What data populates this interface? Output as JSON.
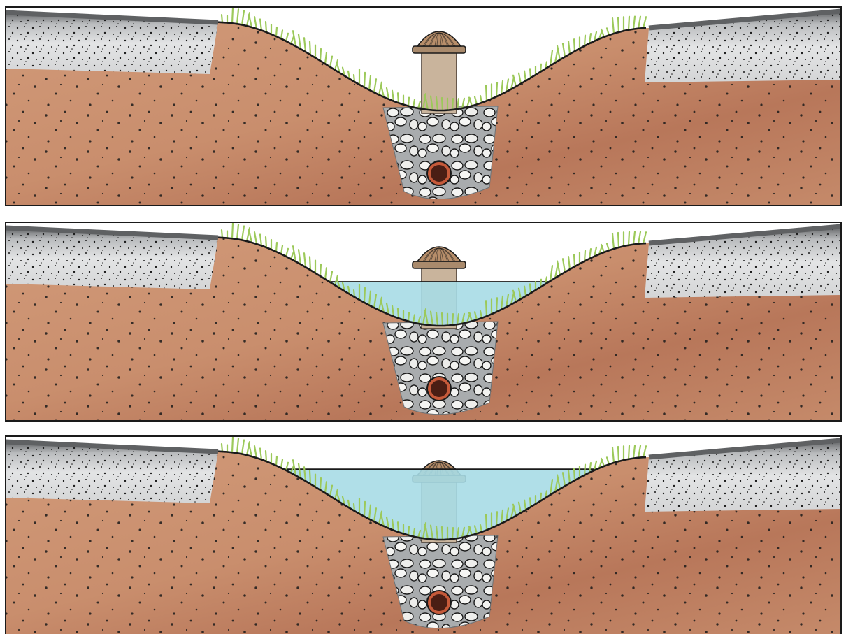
{
  "figure": {
    "caption": "",
    "panels": [
      {
        "id": "dry",
        "water_level": "none"
      },
      {
        "id": "partially-flooded",
        "water_level": "partial"
      },
      {
        "id": "fully-flooded",
        "water_level": "full"
      }
    ]
  },
  "palette": {
    "soil": "#c98e6d",
    "soil_dark": "#b8775a",
    "pavement": "#d9dadb",
    "pavement_edge": "#5f6163",
    "grass": "#9cc95a",
    "gravel": "#a9acae",
    "water": "#a7dbe6",
    "pipe": "#4a1e14",
    "riser": "#c9b49c",
    "outline": "#1a1a1a"
  }
}
